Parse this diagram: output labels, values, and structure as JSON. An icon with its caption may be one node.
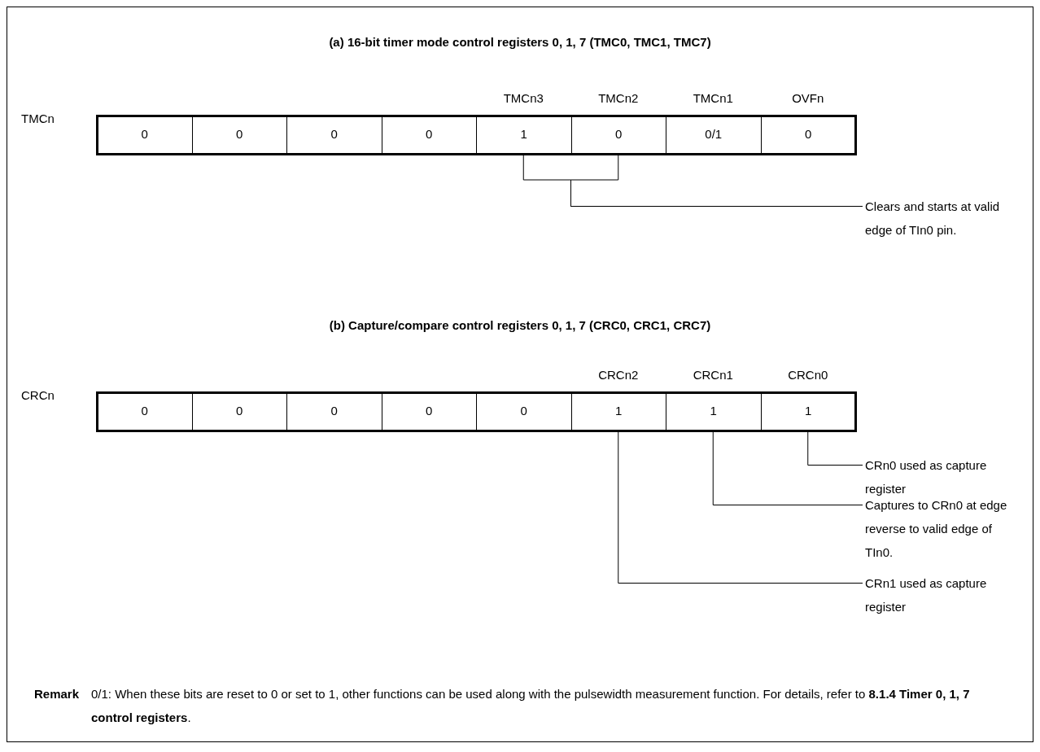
{
  "diagram": {
    "nodes": [
      {
        "text": [
          "0"
        ]
      },
      {
        "text": [
          "0"
        ]
      },
      {
        "text": [
          "0"
        ]
      },
      {
        "text": [
          "0"
        ]
      },
      {
        "text": [
          "1"
        ],
        "beside": [
          "TMCn3"
        ]
      },
      {
        "text": [
          "0"
        ],
        "beside": [
          "TMCn2"
        ]
      },
      {
        "text": [
          "0/1"
        ],
        "beside": [
          "TMCn1"
        ]
      },
      {
        "text": [
          "0"
        ],
        "beside": [
          "OVFn"
        ]
      },
      {
        "text": [
          "Clears and starts at valid edge of TIn0 pin."
        ]
      },
      {
        "text": [
          "0"
        ]
      },
      {
        "text": [
          "0"
        ]
      },
      {
        "text": [
          "0"
        ]
      },
      {
        "text": [
          "0"
        ]
      },
      {
        "text": [
          "0"
        ]
      },
      {
        "text": [
          "1"
        ],
        "beside": [
          "CRCn2"
        ]
      },
      {
        "text": [
          "1"
        ],
        "beside": [
          "CRCn1"
        ]
      },
      {
        "text": [
          "1"
        ],
        "beside": [
          "CRCn0"
        ]
      },
      {
        "text": [
          "CRn0 used as capture register"
        ]
      },
      {
        "text": [
          "Captures to CRn0 at edge reverse to valid edge of TIn0."
        ]
      },
      {
        "text": [
          "CRn1 used as capture register"
        ]
      }
    ],
    "edges": [
      {
        "from": 4,
        "to": 8,
        "arrow": "none"
      },
      {
        "from": 5,
        "to": 8,
        "arrow": "none"
      },
      {
        "from": 16,
        "to": 17,
        "arrow": "none"
      },
      {
        "from": 15,
        "to": 18,
        "arrow": "none"
      },
      {
        "from": 14,
        "to": 19,
        "arrow": "none"
      }
    ],
    "labels": [
      "(a) 16-bit timer mode control registers 0, 1, 7 (TMC0, TMC1, TMC7)",
      "TMCn",
      "(b) Capture/compare control registers 0, 1, 7 (CRC0, CRC1, CRC7)",
      "CRCn",
      "Remark",
      "0/1: When these bits are reset to 0 or set to 1, other functions can be used along with the pulsewidth measurement function. For details, refer to **8.1.4 Timer 0, 1, 7 control registers**."
    ]
  }
}
